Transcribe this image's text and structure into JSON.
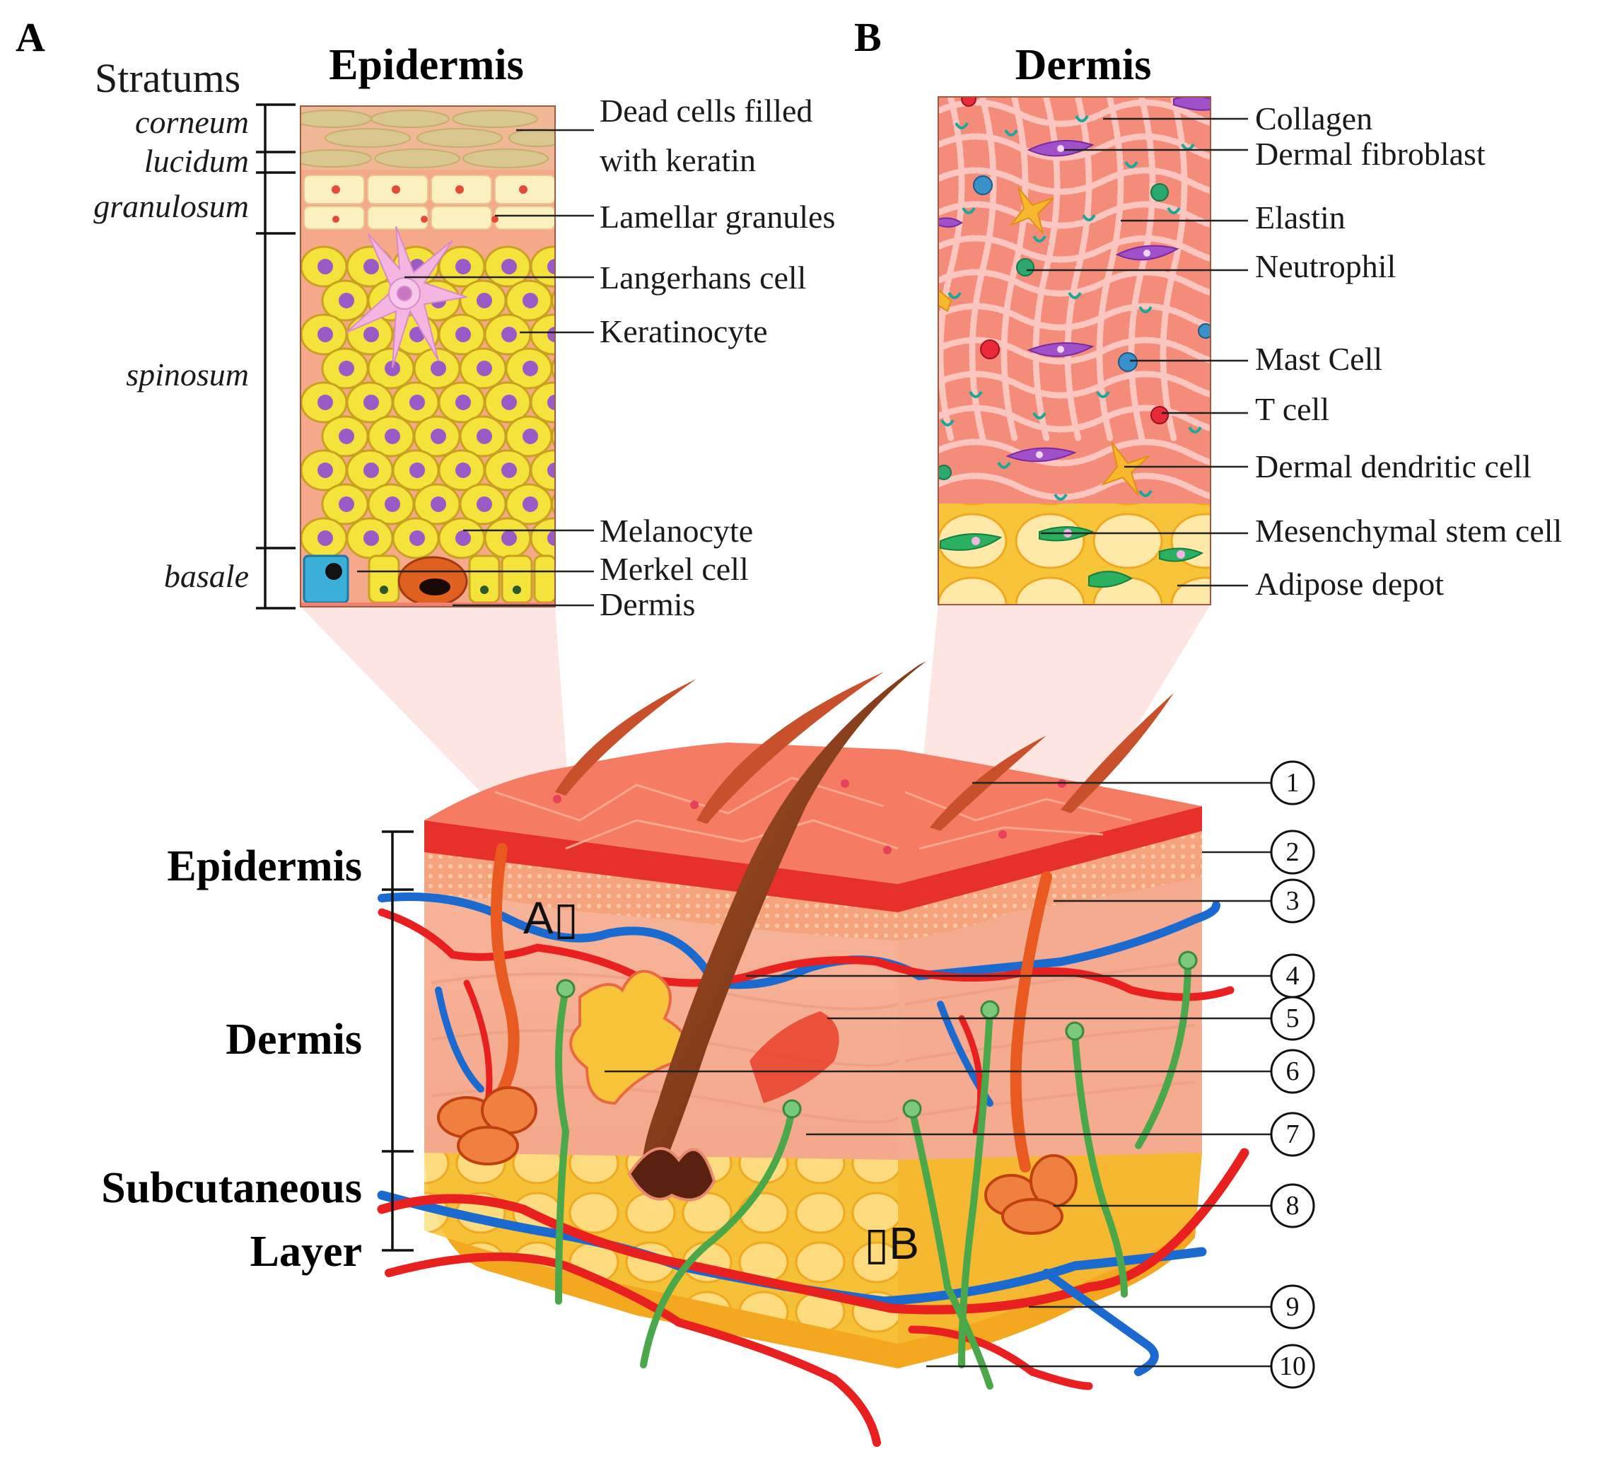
{
  "panels": {
    "a_letter": "A",
    "b_letter": "B"
  },
  "panel_a": {
    "stratums_heading": "Stratums",
    "title": "Epidermis",
    "strata": [
      "corneum",
      "lucidum",
      "granulosum",
      "spinosum",
      "basale"
    ],
    "callouts": [
      "Dead cells filled",
      "with keratin",
      "Lamellar granules",
      "Langerhans cell",
      "Keratinocyte",
      "Melanocyte",
      "Merkel cell",
      "Dermis"
    ]
  },
  "panel_b": {
    "title": "Dermis",
    "callouts": [
      "Collagen",
      "Dermal fibroblast",
      "Elastin",
      "Neutrophil",
      "Mast Cell",
      "T cell",
      "Dermal dendritic cell",
      "Mesenchymal stem cell",
      "Adipose depot"
    ]
  },
  "skin_block": {
    "layers": [
      "Epidermis",
      "Dermis",
      "Subcutaneous",
      "Layer"
    ],
    "marker_a": "A▯",
    "marker_b": "▯B",
    "numbers": [
      "1",
      "2",
      "3",
      "4",
      "5",
      "6",
      "7",
      "8",
      "9",
      "10"
    ]
  },
  "colors": {
    "epidermis_red": "#e8302a",
    "dermis_pink": "#f4a88c",
    "adipose_yellow": "#f7c43a",
    "artery_red": "#e82020",
    "vein_blue": "#1a6ad0",
    "nerve_green": "#4aa84a",
    "keratinocyte_yellow": "#f3e33a",
    "nucleus_purple": "#9a5ac8"
  }
}
